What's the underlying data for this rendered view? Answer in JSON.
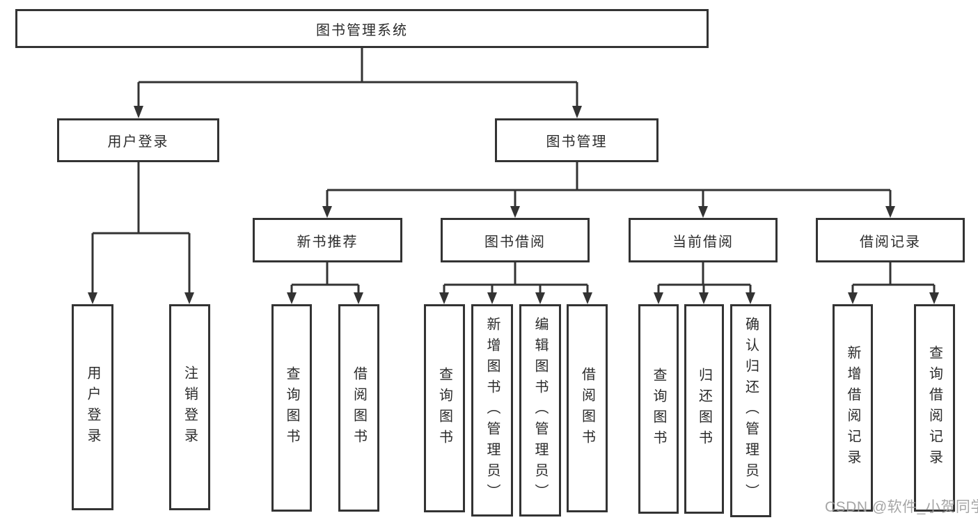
{
  "tree": {
    "root": {
      "label": "图书管理系统"
    },
    "branches": [
      {
        "label": "用户登录",
        "children": [
          {
            "label": "用户登录"
          },
          {
            "label": "注销登录"
          }
        ]
      },
      {
        "label": "图书管理",
        "groups": [
          {
            "label": "新书推荐",
            "children": [
              {
                "label": "查询图书"
              },
              {
                "label": "借阅图书"
              }
            ]
          },
          {
            "label": "图书借阅",
            "children": [
              {
                "label": "查询图书"
              },
              {
                "label": "新增图书（管理员）"
              },
              {
                "label": "编辑图书（管理员）"
              },
              {
                "label": "借阅图书"
              }
            ]
          },
          {
            "label": "当前借阅",
            "children": [
              {
                "label": "查询图书"
              },
              {
                "label": "归还图书"
              },
              {
                "label": "确认归还（管理员）"
              }
            ]
          },
          {
            "label": "借阅记录",
            "children": [
              {
                "label": "新增借阅记录"
              },
              {
                "label": "查询借阅记录"
              }
            ]
          }
        ]
      }
    ]
  },
  "watermark": "CSDN @软件_小贺同学",
  "colors": {
    "line": "#333333",
    "text": "#2b2b2b",
    "watermark": "#9c9c9c",
    "background": "#ffffff"
  }
}
